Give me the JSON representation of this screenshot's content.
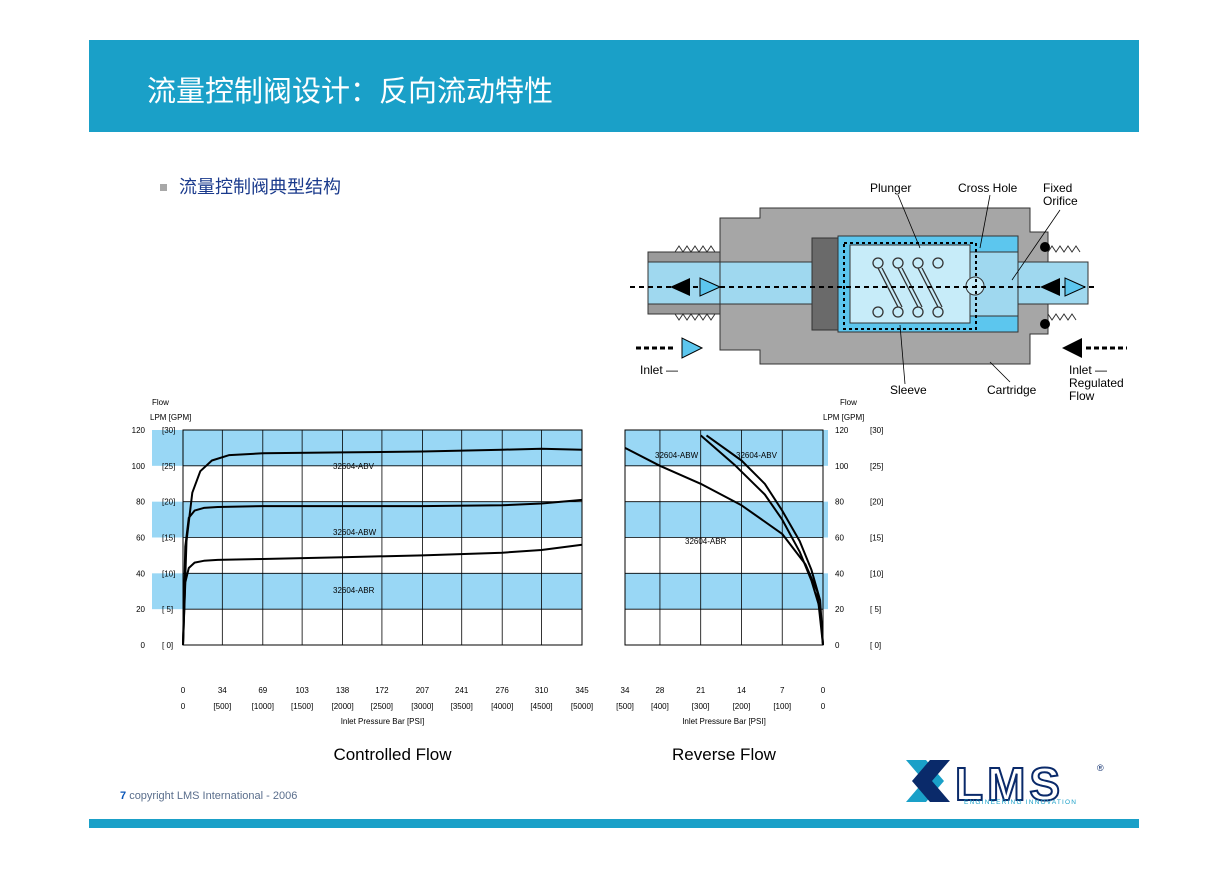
{
  "header": {
    "title": "流量控制阀设计：反向流动特性"
  },
  "bullet": {
    "text": "流量控制阀典型结构"
  },
  "diagram": {
    "labels": {
      "plunger": "Plunger",
      "cross_hole": "Cross Hole",
      "fixed": "Fixed",
      "orifice": "Orifice",
      "inlet_left": "Inlet —",
      "sleeve": "Sleeve",
      "cartridge": "Cartridge",
      "inlet_right_1": "Inlet —",
      "inlet_right_2": "Regulated",
      "inlet_right_3": "Flow"
    }
  },
  "chart_data": [
    {
      "type": "line",
      "caption": "Controlled Flow",
      "y_axis": {
        "title": "Flow",
        "units": "LPM  [GPM]",
        "range": [
          0,
          120
        ],
        "ticks": [
          "0",
          "20",
          "40",
          "60",
          "80",
          "100",
          "120"
        ],
        "gpm_ticks": [
          "[ 0]",
          "[ 5]",
          "[10]",
          "[15]",
          "[20]",
          "[25]",
          "[30]"
        ]
      },
      "x_axis": {
        "label": "Inlet Pressure Bar [PSI]",
        "range": [
          0,
          345
        ],
        "bar_ticks": [
          "0",
          "34",
          "69",
          "103",
          "138",
          "172",
          "207",
          "241",
          "276",
          "310",
          "345"
        ],
        "psi_ticks": [
          "0",
          "[500]",
          "[1000]",
          "[1500]",
          "[2000]",
          "[2500]",
          "[3000]",
          "[3500]",
          "[4000]",
          "[4500]",
          "[5000]"
        ]
      },
      "series": [
        {
          "name": "32604-ABV",
          "x": [
            0,
            3,
            8,
            15,
            25,
            40,
            69,
            138,
            207,
            276,
            310,
            345
          ],
          "y": [
            0,
            58,
            85,
            97,
            103,
            106,
            107,
            107.5,
            108,
            109,
            109.5,
            109
          ]
        },
        {
          "name": "32604-ABW",
          "x": [
            0,
            2,
            5,
            10,
            18,
            30,
            69,
            138,
            207,
            276,
            310,
            345
          ],
          "y": [
            0,
            55,
            71,
            75,
            76.5,
            77,
            77.5,
            77.5,
            77.5,
            78,
            79,
            81
          ]
        },
        {
          "name": "32604-ABR",
          "x": [
            0,
            2,
            5,
            10,
            18,
            30,
            69,
            138,
            207,
            276,
            310,
            345
          ],
          "y": [
            0,
            35,
            43,
            46,
            47,
            47.5,
            48,
            49,
            50,
            51.5,
            53,
            56
          ]
        }
      ]
    },
    {
      "type": "line",
      "caption": "Reverse Flow",
      "y_axis": {
        "title": "Flow",
        "units": "LPM  [GPM]",
        "range": [
          0,
          120
        ],
        "ticks": [
          "0",
          "20",
          "40",
          "60",
          "80",
          "100",
          "120"
        ],
        "gpm_ticks": [
          "[ 0]",
          "[ 5]",
          "[10]",
          "[15]",
          "[20]",
          "[25]",
          "[30]"
        ]
      },
      "x_axis": {
        "label": "Inlet Pressure Bar [PSI]",
        "range": [
          34,
          0
        ],
        "bar_ticks": [
          "34",
          "28",
          "21",
          "14",
          "7",
          "0"
        ],
        "psi_ticks": [
          "[500]",
          "[400]",
          "[300]",
          "[200]",
          "[100]",
          "0"
        ]
      },
      "series": [
        {
          "name": "32604-ABW",
          "x": [
            34,
            28,
            21,
            14,
            7,
            3,
            1,
            0
          ],
          "y": [
            110,
            100,
            90,
            78,
            62,
            45,
            30,
            0
          ]
        },
        {
          "name": "32604-ABV",
          "x": [
            20,
            14,
            10,
            7,
            4,
            2,
            0.5,
            0
          ],
          "y": [
            117,
            103,
            90,
            75,
            58,
            42,
            25,
            0
          ]
        },
        {
          "name": "32604-ABR",
          "x": [
            21,
            15,
            10,
            7,
            4,
            2,
            0.5,
            0
          ],
          "y": [
            117,
            100,
            84,
            70,
            52,
            36,
            20,
            0
          ]
        }
      ]
    }
  ],
  "logo": {
    "text": "LMS",
    "tagline": "ENGINEERING INNOVATION",
    "reg": "®"
  },
  "footer": {
    "page": "7",
    "copyright": "copyright LMS International - 2006"
  }
}
